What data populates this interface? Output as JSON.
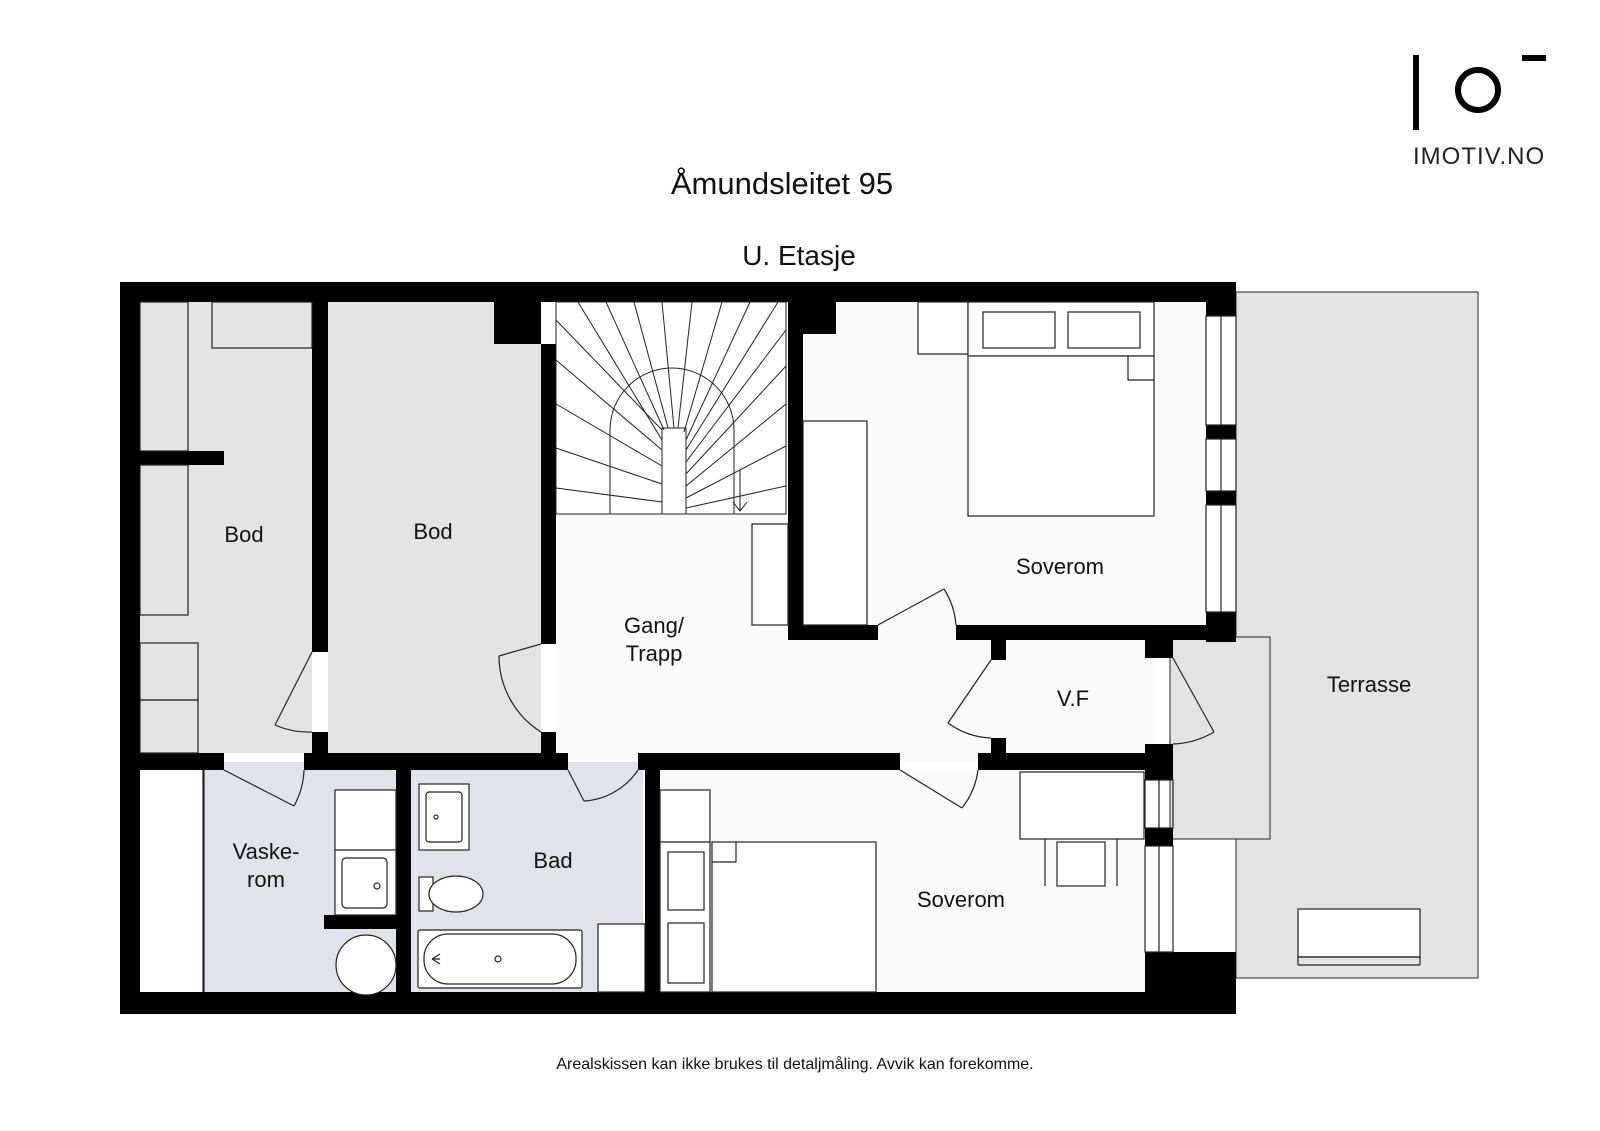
{
  "brand": {
    "name": "IMOTIV.NO"
  },
  "title": "Åmundsleitet 95",
  "floor": "U. Etasje",
  "rooms": [
    {
      "id": "bod-1",
      "label": "Bod"
    },
    {
      "id": "bod-2",
      "label": "Bod"
    },
    {
      "id": "gang",
      "label": "Gang/\nTrapp"
    },
    {
      "id": "soverom-1",
      "label": "Soverom"
    },
    {
      "id": "vf",
      "label": "V.F"
    },
    {
      "id": "terrasse",
      "label": "Terrasse"
    },
    {
      "id": "vaskerom",
      "label": "Vaske-\nrom"
    },
    {
      "id": "bad",
      "label": "Bad"
    },
    {
      "id": "soverom-2",
      "label": "Soverom"
    }
  ],
  "disclaimer": "Arealskissen kan ikke brukes til detaljmåling. Avvik kan forekomme.",
  "colors": {
    "wall": "#000000",
    "storage": "#e3e3e3",
    "wet": "#dfe4ec",
    "living": "#f9faf9",
    "terrace": "#e3e3e3",
    "line": "#222222"
  }
}
